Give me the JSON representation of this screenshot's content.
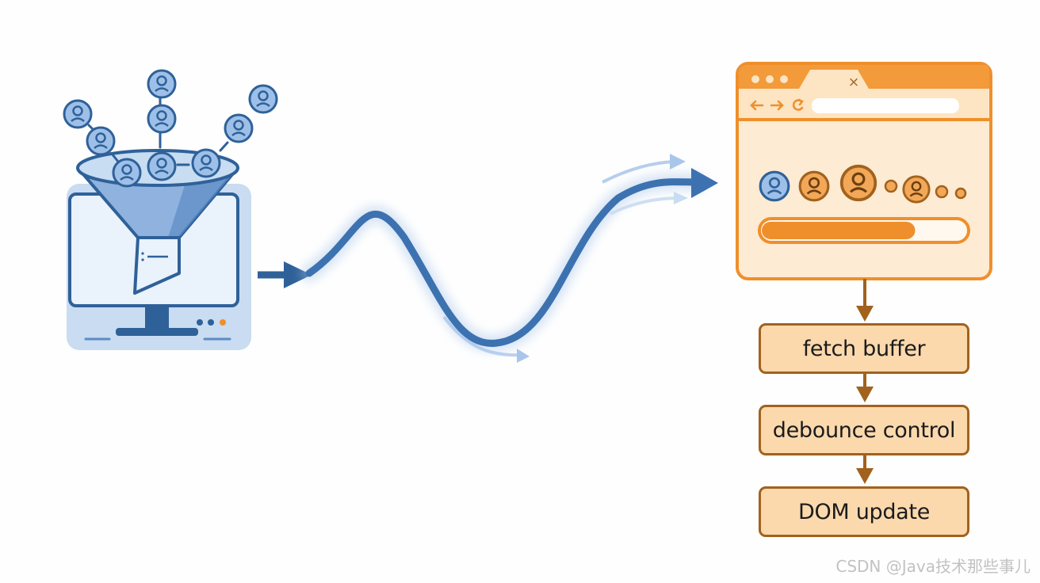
{
  "colors": {
    "blue_dark": "#2f6199",
    "blue_mid": "#5b8cc6",
    "blue_light": "#c9dcf1",
    "orange": "#ef8f2c",
    "orange_light": "#fde4c2",
    "brown": "#a1621e"
  },
  "source": {
    "icons": [
      "user-icon",
      "funnel-icon",
      "monitor-icon"
    ]
  },
  "browser": {
    "close_glyph": "×",
    "nav_icons": [
      "back-arrow-icon",
      "forward-arrow-icon",
      "reload-icon"
    ],
    "progress_fraction": 0.75
  },
  "steps": [
    {
      "label": "fetch buffer"
    },
    {
      "label": "debounce control"
    },
    {
      "label": "DOM update"
    }
  ],
  "watermark": "CSDN @Java技术那些事儿"
}
